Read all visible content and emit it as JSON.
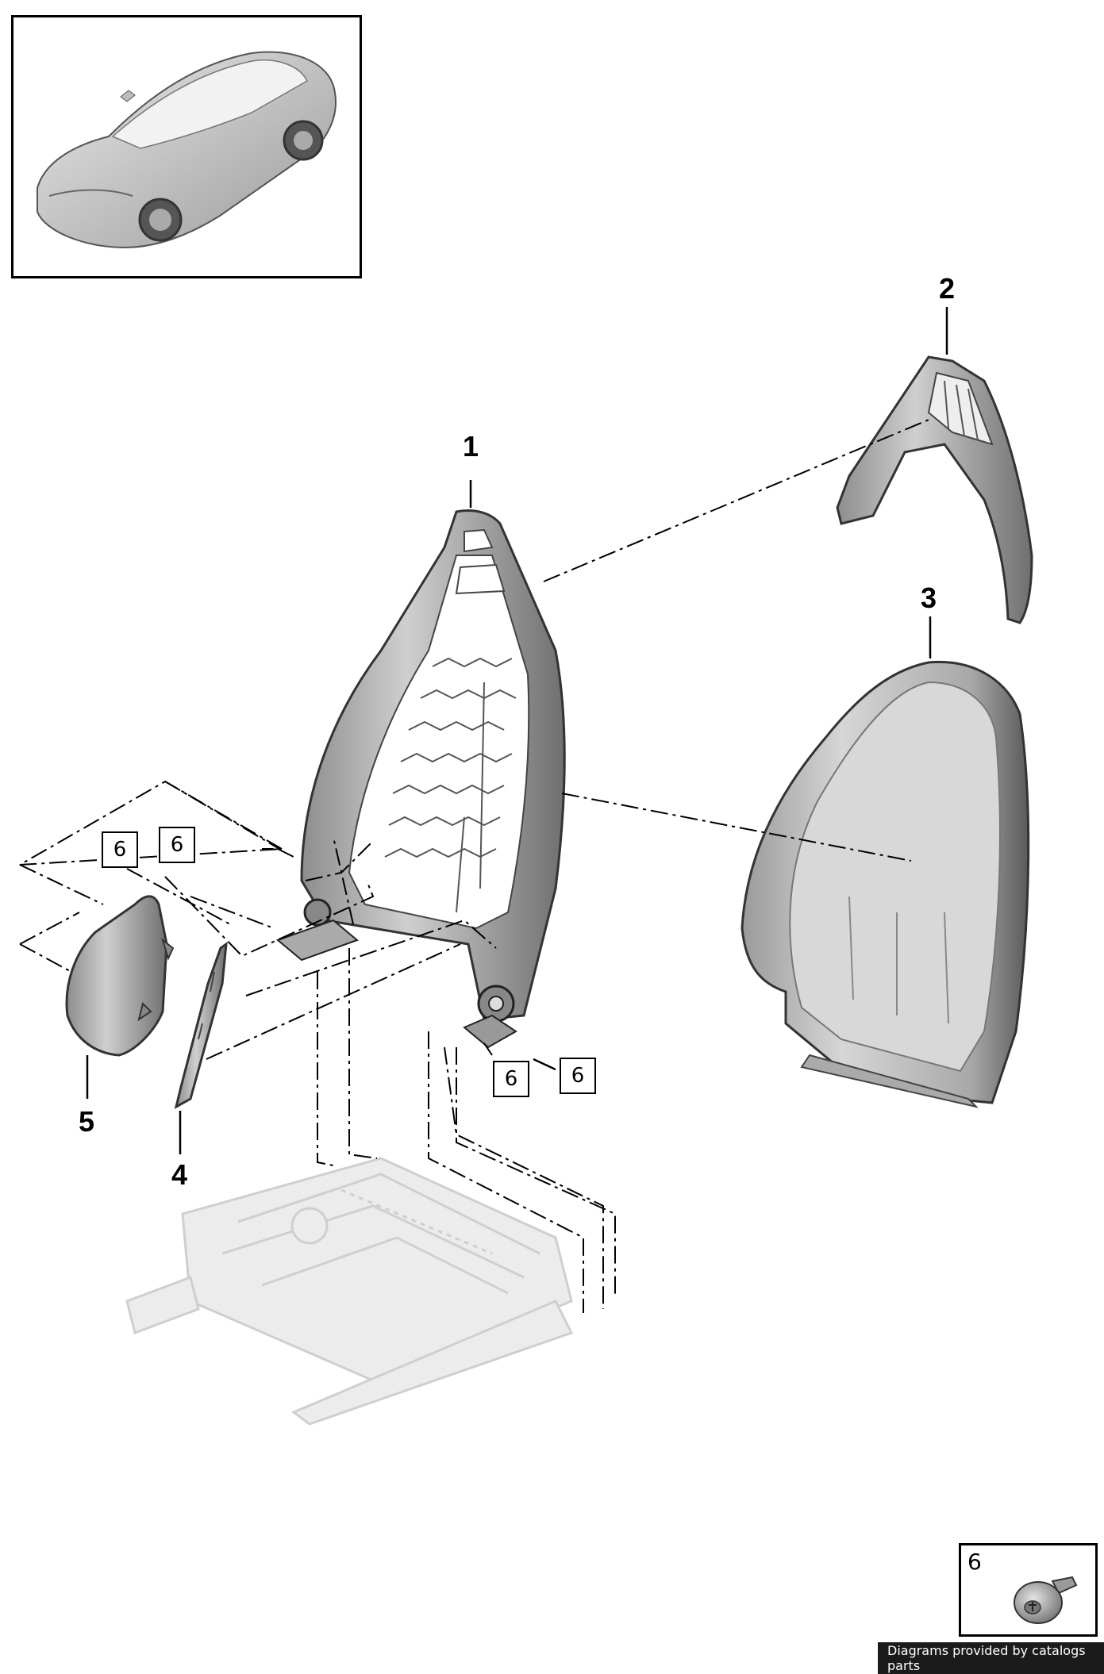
{
  "diagram": {
    "callouts": {
      "c1": "1",
      "c2": "2",
      "c3": "3",
      "c4": "4",
      "c5": "5"
    },
    "box_refs": {
      "b1": "6",
      "b2": "6",
      "b3": "6",
      "b4": "6"
    },
    "legend": {
      "number": "6",
      "icon": "screw-icon"
    },
    "colors": {
      "line": "#000000",
      "part_fill": "#b8b8b8",
      "ghost_part": "#dedede",
      "credit_bg": "#1b1b1b"
    }
  },
  "footer": {
    "credit": "Diagrams provided by catalogs parts"
  }
}
